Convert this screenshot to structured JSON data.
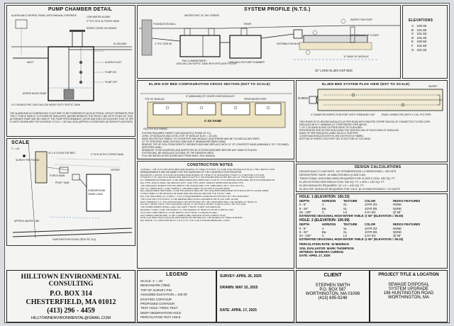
{
  "pump_chamber": {
    "title": "PUMP CHAMBER DETAIL",
    "callouts": [
      "ALARM AND CONTROL PANEL WITH MANUAL OVERRIDE",
      "LOW WATER ALARM",
      "2\" PVC SCH 40 FORCE MAIN",
      "ELJEN BED",
      "INLET",
      "MYERS WHS4 PUMP",
      "ALARM FLOAT",
      "PUMP ON",
      "PUMP OFF",
      "U.S. MONOLITHIC 1000 GALLON HEAVY DUTY SEPTIC TANK",
      "RISER COVER ON GRADE"
    ],
    "notes": [
      "THE ALARM AND ACCOMPANYING FLOAT ARE TO BE POWERED BY AN ELECTRICAL CIRCUIT SEPARATE FROM THAT OF THE PUMP.",
      "THE 2\" FORCE MAIN IS TO EITHER BE INSULATED, BURIED BENEATH THE FROST LINE OR PITCHED SO THAT ALL LIQUID DRAINS OUT OF THE PIPE WHEN THE PUMP CUTS OFF.",
      "ALTERNATE PUMP MAY BE USED IF THE PUMP PERFORMANCE CURVE MATCHES OR EXCEEDS THAT OF SPECIFIED PUMP.",
      "FLOATS SHOWN ARE FOR A DOSING CYCLE = 132 GALLONS (APPROX 3 DOSES/DAY @ DESIGN FLOW RATE)"
    ]
  },
  "system_profile": {
    "title": "SYSTEM PROFILE (N.T.S.)",
    "callouts": [
      "FOUNDATION WALL",
      "WATERTIGHT 24\" DIA. RISERS",
      "1000 GALLON SEPTIC TANK WITH EFFLUENT FILTER",
      "TWO-COMPARTMENT",
      "1000 GALLON PUMP CHAMBER",
      "4\" PVC SDR 35",
      "DISTRIBUTION BOX",
      "INSPECTION PORT",
      "RISER",
      "42\" LONG ELJEN GSF BED",
      "\"A\" BASE OF MODULE",
      "18\" MINIMUM OF COVER"
    ]
  },
  "elevations": {
    "title": "ELEVATIONS",
    "rows": [
      {
        "id": "A",
        "elev": "100.00"
      },
      {
        "id": "B",
        "elev": "101.80"
      },
      {
        "id": "C",
        "elev": "101.50"
      },
      {
        "id": "D",
        "elev": "101.00"
      },
      {
        "id": "E",
        "elev": "100.50"
      },
      {
        "id": "F",
        "elev": "101.50"
      },
      {
        "id": "G",
        "elev": "101.00"
      }
    ]
  },
  "cross_section": {
    "title": "ELJEN GSF BED CONFIGURATION CROSS SECTION (NOT TO SCALE)",
    "callouts": [
      "6\" (MINIMUM) OF COVER OVER MODULES",
      "TOP OF MODULE",
      "C-33 SAND",
      "PERFORATED PIPE",
      "GEOTEXTILE FABRIC"
    ],
    "notes": [
      "SYSTEM REQUIRES TWENTY B43 MODULES (2 ROWS OF 10).",
      "LEVEL OF MODULES AND LEVEL (TOP OF MODULE ELEV. = 101.80).",
      "BASE GEOTEXTILE FABRIC TO COVER PIPE AND MODULE LENGTHWISE AND BE TUCKED ALONG SIDES.",
      "12\" OF SPECIFIED SAND ON EACH SIDE AND 6\" MINIMUM BETWEEN SAND.",
      "REMOVE TOP OF SOIL FROM DIRECTLY BENEATH BED AND REPLACE WITH 12\" OF CONCRETE SAND (MINIMUM 6\" OF C-33 SAND).",
      "SPECIFIED SAND.",
      "DRAINAGE TO BE SCARIFIED AND INSPECTED BY SYSTEM DESIGNER BEFORE ANY SAND IS PLACED.",
      "SYSTEM WILL BE INSTALLED OUTSIDE OF THE RESERVE AREA.",
      "FOLLOW INSTALLATION GUIDELINES FROM MASS. 2001 MANUAL."
    ]
  },
  "plan_view": {
    "title": "ELJEN BED SYSTEM PLAN VIEW (NOT TO SCALE)",
    "labels": [
      "INVERT",
      "D-BOX",
      "4\" DIAMETER INSPECTION PORT WITH THREADED CAP",
      "ENDS CONNECTED WITH 4\" DIA. PVC PIPE"
    ],
    "notes": [
      "TWO ROWS OF ELJEN B43 MODULES (10 PER ROW) WITH PAINTED STRIPE FACING UP, CONNECTED TO END CAPS.",
      "MODULES WITH 1' MINIMUM 1/2\" PERFORATED PIPE ABOVE.",
      "1' OF C-33 SAND ALONG OUTSIDE EDGE OF ELJEN BED.",
      "PERFORATED SDR 35 PIPE RUN DOWN THE CENTER LINE OF EACH ROW OF MODULES.",
      "ENDS OF PIPE MODULES USING SOLID 4\" SDR PIPE.",
      "COVER B43 MODULES WITH ELJEN GEOTEXTILE FABRIC.",
      "BOTTOM OF INSPECTION PORT SET AT BOTTOM OF C33 SAND."
    ]
  },
  "design_calcs": {
    "title": "DESIGN CALCULATIONS",
    "lines": [
      "DESIGN DAILY FLOW RATE: 110 GPD/BEDROOM x 3 BEDROOMS = 330 GPD",
      "DESIGN PERC RATE: 15 MINUTES/INCH (LTAR 0.60)",
      "TRADITIONAL LEACHING AREA REQUIRED FOR CLASS II SOIL: 330 SQ. FT.",
      "ELJEN SYSTEM SIZE REDUCTION: 330 SQ. FT. x 40% = 132 SQ. FT.",
      "ELJEN MODULES REQUIRED: 42' x 6' = 240 SQ. FT.",
      "ELJEN GSF MODULES REQUIRED FOR 3 B.R. @ 15 MINUTES/INCH = 20 UNITS"
    ]
  },
  "scale_plan": {
    "title": "SCALE",
    "scale_label": "1\" = 40'",
    "labels": [
      "SURVEY PIN FOUND",
      "42' x 6' ELJEN GSF BED",
      "PROP. TANK",
      "3 BEDROOM DWELLING",
      "APPROX WATER LINE",
      "HUNTINGTON ROAD (ROUTE 112)",
      "FORCE MAIN",
      "OFFSET",
      "2\" SCH 40 PVC FORCE MAIN"
    ]
  },
  "construction_notes": {
    "title": "CONSTRUCTION NOTES",
    "items": [
      "CONTACT THE SYSTEM DESIGNER AND BOARD OF HEALTH PRIOR TO STARTING INSTALLATION SO THAT INSPECTION ARRANGEMENTS MAY BE MADE FOR THE DURATION OF THE CONSTRUCTION PROCESS.",
      "AN INSPECTION BY SYSTEM DESIGNER AND BOARD OF HEALTH IS REQUIRED PRIOR TO STARTING SYSTEM.",
      "PROPERTY IS TIED INTO MUNICIPAL WATER SUPPLY. NO KNOWN WELLS WITHIN 100' OF PROPOSED SYSTEM.",
      "A 2' MINIMUM SEPARATION TO BE MAINTAINED BETWEEN BOTTOM OF SYSTEM AND SEASONAL HIGH GROUNDWATER.",
      "ALL PIPE JOINTS MUST BE WATERTIGHT. USE PIPE JOINT SEALER WHEN INSTALLING PIPE.",
      "THE BUILDING SEWER PIPE BETWEEN THE HOUSE AND THE TANK MUST BE 4\" SCH 40 PVC.",
      "SEPTIC TANKS ARE TO BE PUMPED, CRUSHED AND FILLED WITH CLEAN SAND.",
      "ALL UNSUITABLE MATERIAL TO BE EXCAVATED BELOW THE LEACHING AREA AND REPLACED WITH CLEAN SAND.",
      "FORCE MAIN TO BE BEDDED IN SAND AND INSTALLED BELOW THE FROST LINE.",
      "ALL FILL MATERIAL IS TO MEET TITLE 5 REQUIREMENTS AND BE APPROVED BY THE DESIGNER.",
      "THE EXISTING SYSTEM IS TO BE ABANDONED IN ACCORDANCE WITH 310 CMR 15.354.",
      "ANY CHANGES TO THIS DESIGN MUST BE APPROVED BY THE DESIGNER AND THE BOARD OF HEALTH.",
      "DO NOT DRIVE OVER THE LEACHING FACILITY OR PLACE HEAVY LOADS OVER THE SYSTEM.",
      "THE HOMEOWNER SHALL CALL DIG SAFE PRIOR TO ANY EXCAVATION.",
      "AS-BUILT PLAN TO BE PROVIDED TO THE BOARD OF HEALTH UPON COMPLETION.",
      "SYSTEM COMPONENTS TO BE INSPECTED PRIOR TO BACKFILLING.",
      "DISTURBED AREAS ARE TO BE LOAMED AND SEEDED UPON COMPLETION.",
      "SOIL LOG AND PERCOLATION DATA WERE WITNESSED BY THE BOARD OF HEALTH AGENT.",
      "ALL WORK TO CONFORM WITH TITLE 5 OF THE STATE ENVIRONMENTAL CODE."
    ]
  },
  "soil_tests": {
    "hole1_title": "HOLE: 1 (ELEVATION: 100.33)",
    "hole2_title": "HOLE: 2 (ELEVATION: 100.99)",
    "columns": [
      "DEPTH",
      "HORIZON",
      "TEXTURE",
      "COLOR",
      "REDOX FEATURES"
    ],
    "hole1": [
      [
        "0 - 8\"",
        "A",
        "SL",
        "10YR 3/3",
        "NONE"
      ],
      [
        "8 - 28\"",
        "Bw",
        "SL",
        "10YR 5/6",
        "NONE"
      ],
      [
        "28 - 100\"",
        "C",
        "LS",
        "2.5Y 6/4",
        "@ 58\""
      ]
    ],
    "hole1_gw": "ESTIMATED SEASONAL HIGH WATER TABLE @ 58\" (ELEVATION = 95.50)",
    "hole2": [
      [
        "0 - 8\"",
        "A",
        "SL",
        "10YR 3/3",
        "NONE"
      ],
      [
        "8 - 20\"",
        "Bw",
        "SL",
        "10YR 5/6",
        "NONE"
      ],
      [
        "20 - 102\"",
        "C",
        "LS",
        "2.5Y 6/4",
        "@ 56\""
      ]
    ],
    "hole2_gw": "ESTIMATED SEASONAL HIGH WATER TABLE @ 56\" (ELEVATION = 96.33)",
    "perc": "PERCOLATION RATE: 15 MIN/INCH",
    "evaluator": "SOIL EVALUATOR: MARK THOMPSON",
    "witness": "WITNESS: BARBARA CURRAN",
    "date": "DATE: APRIL 17, 2025"
  },
  "title_block": {
    "company": "HILLTOWN ENVIRONMENTAL CONSULTING",
    "po": "P.O. BOX 314",
    "city": "CHESTERFIELD, MA  01012",
    "phone": "(413) 296 - 4459",
    "email": "HILLTOWNENVIRONMENTAL@GMAIL.COM",
    "legend_title": "LEGEND",
    "legend_items": [
      "SCALE: 1\" = 40'",
      "BENCHMARK (TBM)",
      "TOP OF SURVEY PIN",
      "ASSUMED ELEVATION = 100.00'",
      "EXISTING CONTOUR",
      "PROPOSED CONTOUR",
      "TEST HOLE / PERC TEST",
      "DEEP OBSERVATION HOLE",
      "PERCOLATION TEST HOLE"
    ],
    "survey": "SURVEY: APRIL 26, 2025",
    "drawn": "DRAWN: MAY 15, 2025",
    "date": "DATE: APRIL 17, 2025",
    "client_title": "CLIENT",
    "client_name": "STEPHEN SMITH",
    "client_po": "P.O. BOX 587",
    "client_city": "WORTHINGTON, MA 01098",
    "client_phone": "(413) 695-9248",
    "project_title": "PROJECT TITLE & LOCATION",
    "project_line1": "SEWAGE DISPOSAL",
    "project_line2": "SYSTEM UPGRADE",
    "project_line3": "196 HUNTINGTON ROAD",
    "project_line4": "WORTHINGTON, MA"
  }
}
